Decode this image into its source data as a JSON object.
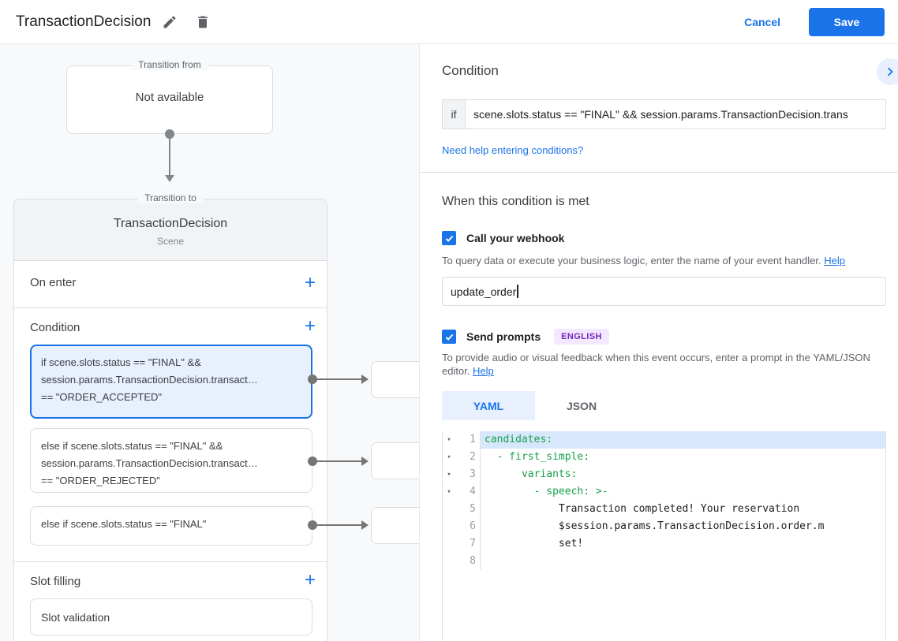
{
  "header": {
    "title": "TransactionDecision",
    "cancel_label": "Cancel",
    "save_label": "Save"
  },
  "canvas": {
    "transition_from": {
      "legend": "Transition from",
      "content": "Not available"
    },
    "transition_to": {
      "legend": "Transition to",
      "title": "TransactionDecision",
      "subtitle": "Scene",
      "on_enter_label": "On enter",
      "condition_label": "Condition",
      "slot_filling_label": "Slot filling",
      "slot_validation_label": "Slot validation",
      "conditions": [
        {
          "lines": [
            "if scene.slots.status == \"FINAL\" &&",
            "session.params.TransactionDecision.transact…",
            "== \"ORDER_ACCEPTED\""
          ]
        },
        {
          "lines": [
            "else if scene.slots.status == \"FINAL\" &&",
            "session.params.TransactionDecision.transact…",
            "== \"ORDER_REJECTED\""
          ]
        },
        {
          "lines": [
            "else if scene.slots.status == \"FINAL\""
          ]
        }
      ]
    }
  },
  "panel": {
    "title": "Condition",
    "if_label": "if",
    "if_value": "scene.slots.status == \"FINAL\" && session.params.TransactionDecision.trans",
    "help_conditions_link": "Need help entering conditions?",
    "when_title": "When this condition is met",
    "webhook": {
      "label": "Call your webhook",
      "description": "To query data or execute your business logic, enter the name of your event handler.",
      "help_label": "Help",
      "input_value": "update_order"
    },
    "prompts": {
      "label": "Send prompts",
      "badge": "ENGLISH",
      "description": "To provide audio or visual feedback when this event occurs, enter a prompt in the YAML/JSON editor.",
      "help_label": "Help",
      "tab_yaml": "YAML",
      "tab_json": "JSON"
    },
    "editor": {
      "lines": [
        {
          "num": "1",
          "text": "candidates:"
        },
        {
          "num": "2",
          "text": "  - first_simple:"
        },
        {
          "num": "3",
          "text": "      variants:"
        },
        {
          "num": "4",
          "text": "        - speech: >-"
        },
        {
          "num": "5",
          "text": "            Transaction completed! Your reservation"
        },
        {
          "num": "6",
          "text": "            $session.params.TransactionDecision.order.m"
        },
        {
          "num": "7",
          "text": "            set!"
        },
        {
          "num": "8",
          "text": ""
        }
      ]
    }
  },
  "colors": {
    "accent": "#1a73e8",
    "selected_bg": "#e8f0fe",
    "code_key_green": "#17a04b",
    "badge_text": "#7627bb",
    "badge_bg": "#f3e8fd"
  }
}
